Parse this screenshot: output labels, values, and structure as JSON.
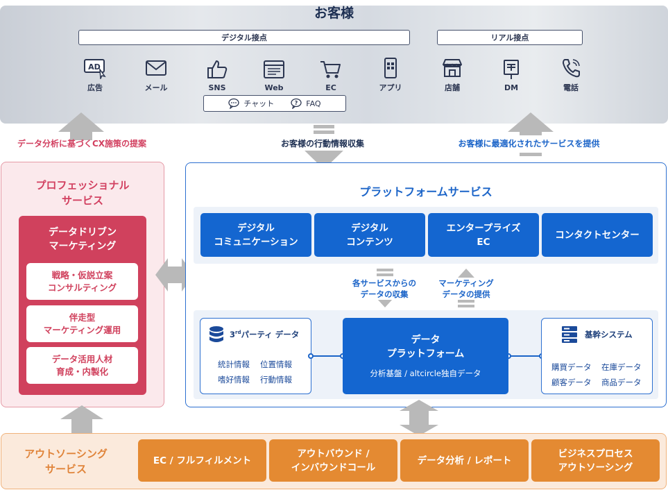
{
  "customer": {
    "title": "お客様",
    "digital_label": "デジタル接点",
    "real_label": "リアル接点",
    "digital_channels": [
      {
        "label": "広告",
        "icon": "ad-icon"
      },
      {
        "label": "メール",
        "icon": "mail-icon"
      },
      {
        "label": "SNS",
        "icon": "thumbs-up-icon"
      },
      {
        "label": "Web",
        "icon": "browser-icon"
      },
      {
        "label": "EC",
        "icon": "cart-icon"
      },
      {
        "label": "アプリ",
        "icon": "smartphone-icon"
      }
    ],
    "real_channels": [
      {
        "label": "店舗",
        "icon": "store-icon"
      },
      {
        "label": "DM",
        "icon": "dm-icon"
      },
      {
        "label": "電話",
        "icon": "phone-icon"
      }
    ],
    "chat_label": "チャット",
    "faq_label": "FAQ",
    "ad_text": "AD"
  },
  "flows": {
    "left": "データ分析に基づくCX施策の提案",
    "center": "お客様の行動情報収集",
    "right": "お客様に最適化されたサービスを提供",
    "collect": [
      "各サービスからの",
      "データの収集"
    ],
    "provide": [
      "マーケティング",
      "データの提供"
    ]
  },
  "professional": {
    "title": [
      "プロフェッショナル",
      "サービス"
    ],
    "ddm_title": [
      "データドリブン",
      "マーケティング"
    ],
    "items": [
      [
        "戦略・仮説立案",
        "コンサルティング"
      ],
      [
        "伴走型",
        "マーケティング運用"
      ],
      [
        "データ活用人材",
        "育成・内製化"
      ]
    ]
  },
  "platform": {
    "title": "プラットフォームサービス",
    "services": [
      [
        "デジタル",
        "コミュニケーション"
      ],
      [
        "デジタル",
        "コンテンツ"
      ],
      [
        "エンタープライズ",
        "EC"
      ],
      [
        "コンタクトセンター"
      ]
    ],
    "third_party": {
      "title_pre": "3",
      "title_sup": "rd",
      "title_post": "パーティ データ",
      "items": [
        "統計情報",
        "位置情報",
        "嗜好情報",
        "行動情報"
      ]
    },
    "data_platform": {
      "title": [
        "データ",
        "プラットフォーム"
      ],
      "subtitle": "分析基盤 / altcircle独自データ"
    },
    "core_system": {
      "title": "基幹システム",
      "items": [
        "購買データ",
        "在庫データ",
        "顧客データ",
        "商品データ"
      ]
    }
  },
  "outsourcing": {
    "title": [
      "アウトソーシング",
      "サービス"
    ],
    "items": [
      [
        "EC / フルフィルメント"
      ],
      [
        "アウトバウンド /",
        "インバウンドコール"
      ],
      [
        "データ分析 / レポート"
      ],
      [
        "ビジネスプロセス",
        "アウトソーシング"
      ]
    ]
  },
  "colors": {
    "navy": "#1d2f52",
    "pro_red": "#d0415d",
    "platform_blue": "#1466d0",
    "outsource_orange": "#e48a32",
    "arrow_gray": "#b9b9b9"
  }
}
